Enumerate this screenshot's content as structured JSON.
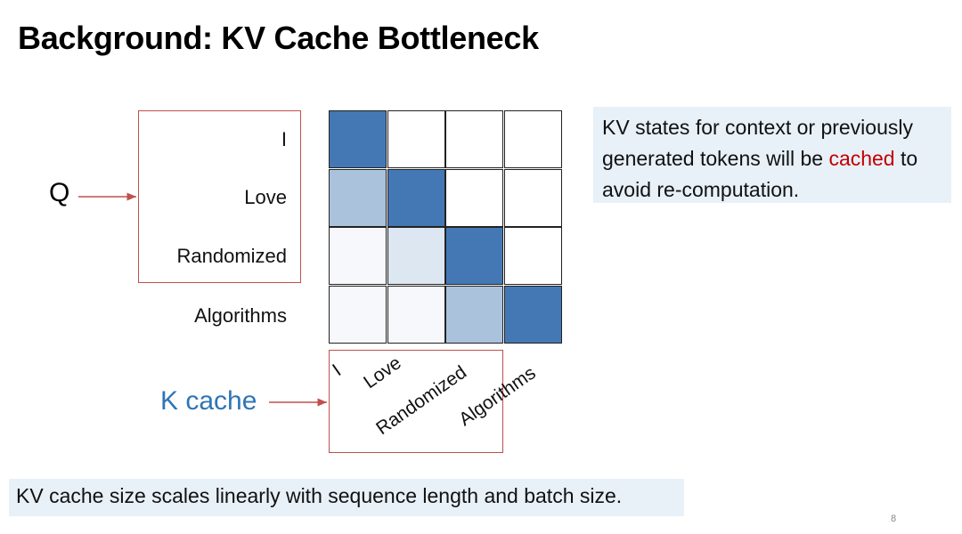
{
  "slide": {
    "title": "Background: KV Cache Bottleneck",
    "page_number": "8"
  },
  "diagram": {
    "q_label": "Q",
    "k_label": "K cache",
    "tokens": [
      "I",
      "Love",
      "Randomized",
      "Algorithms"
    ],
    "attention_intensity": [
      [
        1.0,
        0.0,
        0.0,
        0.0
      ],
      [
        0.45,
        1.0,
        0.0,
        0.0
      ],
      [
        0.05,
        0.18,
        1.0,
        0.0
      ],
      [
        0.05,
        0.05,
        0.45,
        1.0
      ]
    ],
    "colors": {
      "box_border": "#c0504d",
      "arrow": "#c0504d",
      "k_cache_text": "#2e75b6",
      "cell_full": "#4478b4"
    }
  },
  "callout": {
    "text_before": "KV states for context or previously generated tokens will be ",
    "highlight": "cached",
    "text_after": " to avoid re-computation."
  },
  "footer": {
    "text": "KV cache size scales linearly with sequence length and batch size."
  }
}
